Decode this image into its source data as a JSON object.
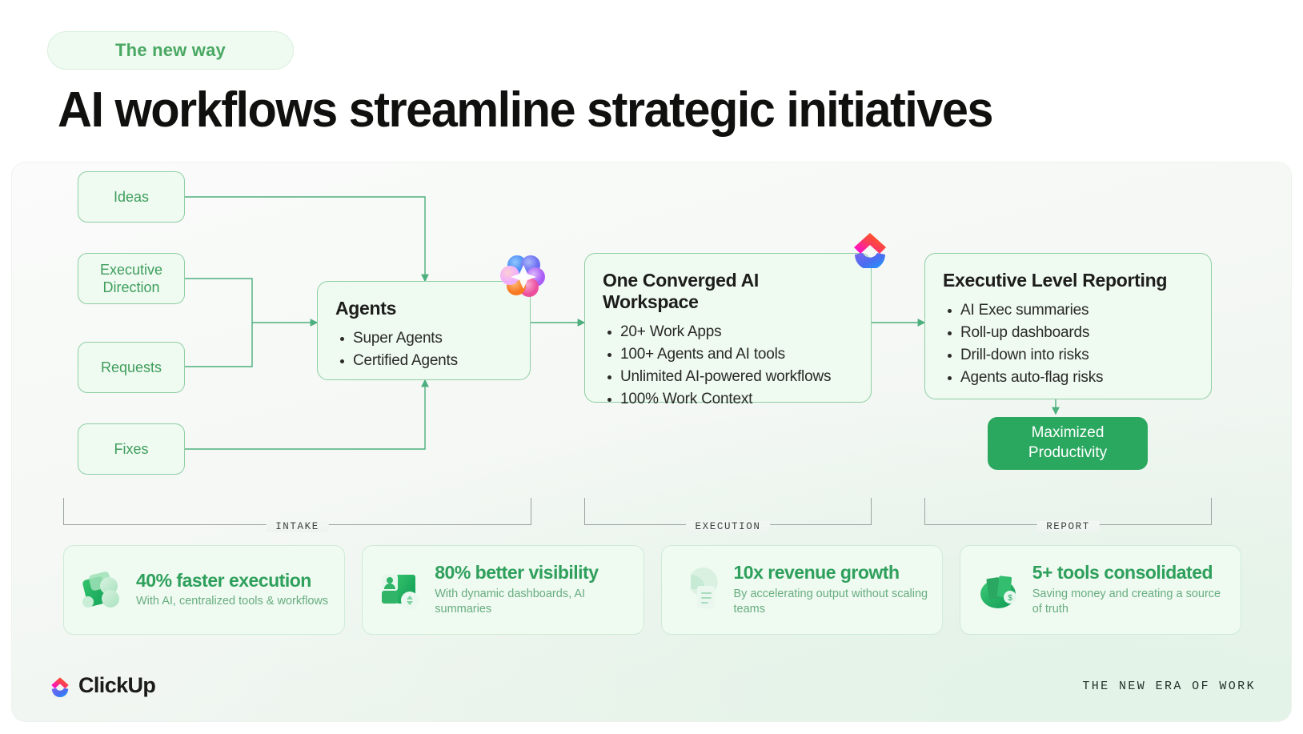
{
  "header": {
    "badge_label": "The new way",
    "title": "AI workflows streamline strategic initiatives"
  },
  "flow": {
    "intake_nodes": [
      {
        "label": "Ideas"
      },
      {
        "label": "Executive Direction"
      },
      {
        "label": "Requests"
      },
      {
        "label": "Fixes"
      }
    ],
    "cards": [
      {
        "title": "Agents",
        "items": [
          "Super Agents",
          "Certified Agents"
        ],
        "icon": "ai-sparkle-icon"
      },
      {
        "title": "One Converged AI Workspace",
        "items": [
          "20+ Work Apps",
          "100+ Agents and AI tools",
          "Unlimited AI-powered workflows",
          "100% Work Context"
        ],
        "icon": "clickup-mark-icon"
      },
      {
        "title": "Executive Level Reporting",
        "items": [
          "AI Exec summaries",
          "Roll-up dashboards",
          "Drill-down into risks",
          "Agents auto-flag risks"
        ],
        "icon": ""
      }
    ],
    "result": {
      "line1": "Maximized",
      "line2": "Productivity"
    },
    "phases": [
      {
        "label": "INTAKE"
      },
      {
        "label": "EXECUTION"
      },
      {
        "label": "REPORT"
      }
    ]
  },
  "stats": [
    {
      "value": "40% faster execution",
      "desc": "With AI, centralized tools & workflows",
      "icon": "speed-cards-icon"
    },
    {
      "value": "80% better visibility",
      "desc": "With dynamic dashboards, AI summaries",
      "icon": "profile-dashboard-icon"
    },
    {
      "value": "10x revenue growth",
      "desc": "By accelerating output without scaling teams",
      "icon": "pie-report-icon"
    },
    {
      "value": "5+ tools consolidated",
      "desc": "Saving money and creating a source of truth",
      "icon": "money-stack-icon"
    }
  ],
  "footer": {
    "brand_name": "ClickUp",
    "tagline": "THE NEW ERA OF WORK"
  },
  "colors": {
    "green_accent": "#2ba860",
    "green_text": "#3f9e5c",
    "node_fill": "#effaf1",
    "node_border": "#8fcea4",
    "title_black": "#10100f"
  }
}
